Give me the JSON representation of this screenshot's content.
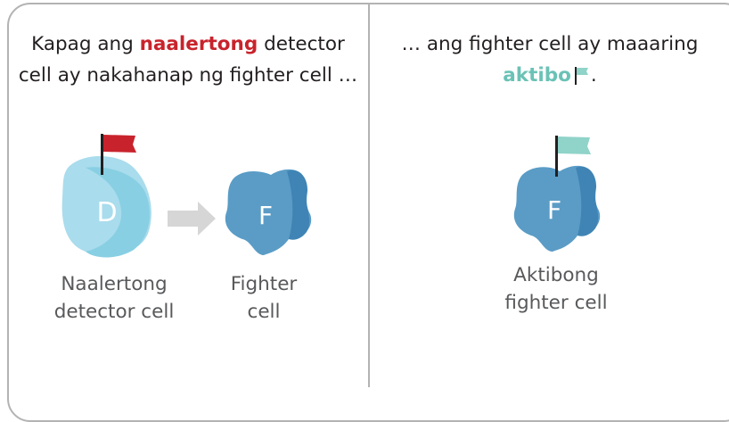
{
  "left_panel": {
    "caption_part1": "Kapag ang ",
    "caption_highlight": "naalertong",
    "caption_part2": " detector",
    "caption_line2": "cell ay nakahanap ng fighter cell …",
    "detector_letter": "D",
    "fighter_letter": "F",
    "detector_label_line1": "Naalertong",
    "detector_label_line2": "detector cell",
    "fighter_label_line1": "Fighter",
    "fighter_label_line2": "cell"
  },
  "right_panel": {
    "caption_line1": "… ang fighter cell ay maaaring",
    "caption_highlight": "aktibo",
    "caption_end": ".",
    "fighter_letter": "F",
    "label_line1": "Aktibong",
    "label_line2": "fighter cell"
  },
  "colors": {
    "alert_red": "#c8232c",
    "active_teal": "#8fd3c9",
    "detector_light": "#a9dcec",
    "detector_mid": "#88cfe3",
    "fighter_blue": "#5a9cc6",
    "fighter_dark": "#3f84b4",
    "arrow_gray": "#d6d6d6",
    "border_gray": "#b3b3b3"
  }
}
